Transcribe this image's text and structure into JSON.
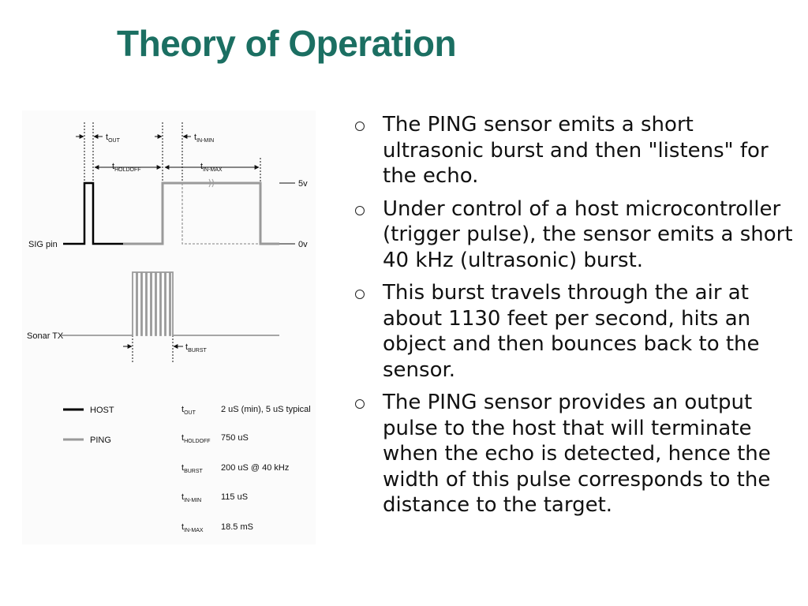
{
  "slide": {
    "title": "Theory of Operation",
    "bullets": [
      "The PING sensor emits a short ultrasonic burst and then \"listens\" for the echo.",
      "Under control of a host microcontroller (trigger pulse), the sensor emits a short 40 kHz (ultrasonic) burst.",
      "This burst travels through the air at about 1130 feet per second, hits an object and then bounces back to the sensor.",
      "The PING sensor provides an output pulse to the host that will terminate when the echo is detected, hence the width of this pulse corresponds to the distance to the target."
    ]
  },
  "diagram": {
    "signals": {
      "sig_pin": "SIG pin",
      "sonar_tx": "Sonar TX"
    },
    "levels": {
      "high": "5v",
      "low": "0v"
    },
    "timing_marks": {
      "t_out": {
        "t": "t",
        "sub": "OUT"
      },
      "t_holdoff": {
        "t": "t",
        "sub": "HOLDOFF"
      },
      "t_in_min": {
        "t": "t",
        "sub": "IN-MIN"
      },
      "t_in_max": {
        "t": "t",
        "sub": "IN-MAX"
      },
      "t_burst": {
        "t": "t",
        "sub": "BURST"
      }
    },
    "legend": [
      {
        "label": "HOST",
        "color": "#000000"
      },
      {
        "label": "PING",
        "color": "#9a9a9a"
      }
    ],
    "specs": [
      {
        "t": "t",
        "sub": "OUT",
        "value": "2 uS (min), 5 uS typical"
      },
      {
        "t": "t",
        "sub": "HOLDOFF",
        "value": "750 uS"
      },
      {
        "t": "t",
        "sub": "BURST",
        "value": "200 uS @ 40 kHz"
      },
      {
        "t": "t",
        "sub": "IN-MIN",
        "value": "115 uS"
      },
      {
        "t": "t",
        "sub": "IN-MAX",
        "value": "18.5 mS"
      }
    ]
  }
}
